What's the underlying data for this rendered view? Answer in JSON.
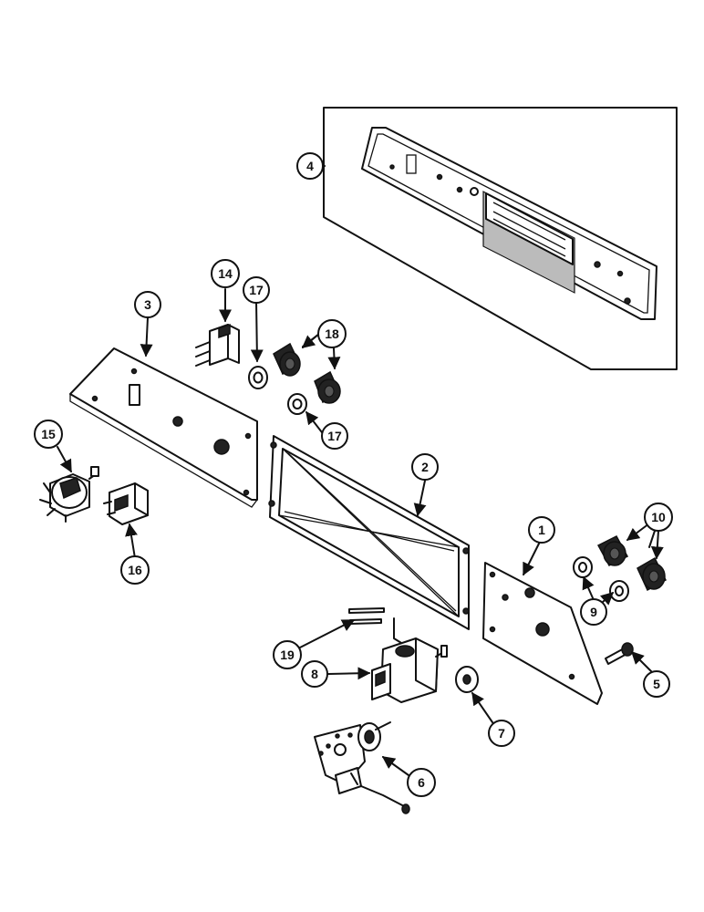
{
  "callouts": {
    "c1": "1",
    "c2": "2",
    "c3": "3",
    "c4": "4",
    "c5": "5",
    "c6": "6",
    "c7": "7",
    "c8": "8",
    "c9": "9",
    "c10": "10",
    "c14": "14",
    "c15": "15",
    "c16": "16",
    "c17a": "17",
    "c17b": "17",
    "c18": "18",
    "c19": "19"
  }
}
